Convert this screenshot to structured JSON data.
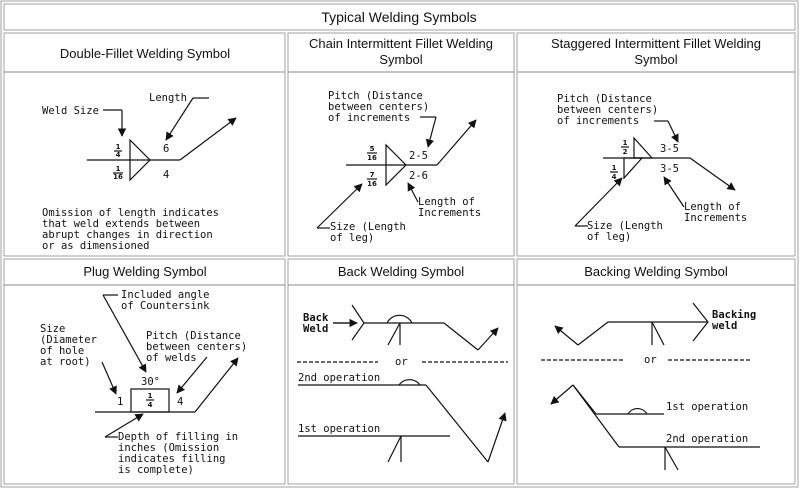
{
  "table": {
    "title": "Typical Welding Symbols"
  },
  "cells": [
    {
      "header": "Double-Fillet Welding Symbol",
      "labels": {
        "weld_size": "Weld Size",
        "length": "Length",
        "top_frac_num": "1",
        "top_frac_den": "4",
        "bot_frac_num": "1",
        "bot_frac_den": "16",
        "top_len": "6",
        "bot_len": "4",
        "note_1": "Omission of length indicates",
        "note_2": "that weld extends between",
        "note_3": "abrupt changes in direction",
        "note_4": "or as dimensioned"
      }
    },
    {
      "header_1": "Chain Intermittent Fillet Welding",
      "header_2": "Symbol",
      "labels": {
        "pitch_1": "Pitch (Distance",
        "pitch_2": "between centers)",
        "pitch_3": "of increments",
        "top_frac_num": "5",
        "top_frac_den": "16",
        "bot_frac_num": "7",
        "bot_frac_den": "16",
        "top_dim": "2-5",
        "bot_dim": "2-6",
        "length_1": "Length of",
        "length_2": "Increments",
        "size_1": "Size (Length",
        "size_2": "of leg)"
      }
    },
    {
      "header_1": "Staggered Intermittent Fillet Welding",
      "header_2": "Symbol",
      "labels": {
        "pitch_1": "Pitch (Distance",
        "pitch_2": "between centers)",
        "pitch_3": "of increments",
        "top_frac_num": "1",
        "top_frac_den": "2",
        "bot_frac_num": "1",
        "bot_frac_den": "4",
        "top_dim": "3-5",
        "bot_dim": "3-5",
        "length_1": "Length of",
        "length_2": "Increments",
        "size_1": "Size (Length",
        "size_2": "of leg)"
      }
    },
    {
      "header": "Plug Welding Symbol",
      "labels": {
        "included_1": "Included angle",
        "included_2": "of Countersink",
        "size_1": "Size",
        "size_2": "(Diameter",
        "size_3": "of hole",
        "size_4": "at root)",
        "pitch_1": "Pitch (Distance",
        "pitch_2": "between centers)",
        "pitch_3": "of welds",
        "angle": "30°",
        "size_val": "1",
        "frac_num": "1",
        "frac_den": "4",
        "pitch_val": "4",
        "depth_1": "Depth of filling in",
        "depth_2": "inches (Omission",
        "depth_3": "indicates filling",
        "depth_4": "is complete)"
      }
    },
    {
      "header": "Back Welding Symbol",
      "labels": {
        "back_1": "Back",
        "back_2": "Weld",
        "or": "or",
        "op2": "2nd operation",
        "op1": "1st operation"
      }
    },
    {
      "header": "Backing Welding Symbol",
      "labels": {
        "backing_1": "Backing",
        "backing_2": "weld",
        "or": "or",
        "op1": "1st operation",
        "op2": "2nd operation"
      }
    }
  ]
}
